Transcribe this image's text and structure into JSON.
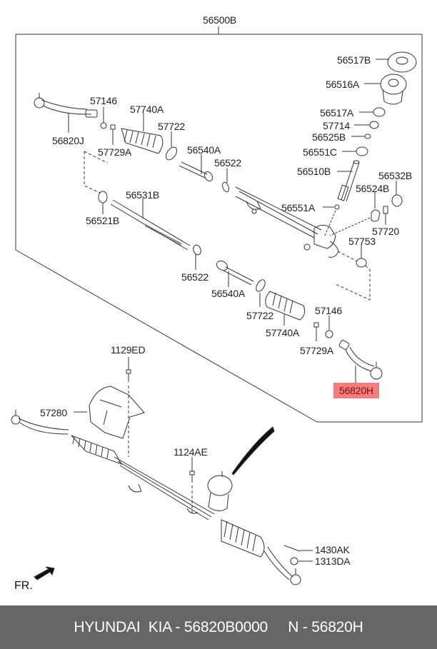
{
  "diagram": {
    "assembly_label": "56500B",
    "highlight_color": "#f37d7d",
    "labels": [
      {
        "id": "56517B",
        "text": "56517B"
      },
      {
        "id": "56516A",
        "text": "56516A"
      },
      {
        "id": "56517A",
        "text": "56517A"
      },
      {
        "id": "57714",
        "text": "57714"
      },
      {
        "id": "56525B",
        "text": "56525B"
      },
      {
        "id": "56551C",
        "text": "56551C"
      },
      {
        "id": "56510B",
        "text": "56510B"
      },
      {
        "id": "56532B",
        "text": "56532B"
      },
      {
        "id": "56524B",
        "text": "56524B"
      },
      {
        "id": "56551A",
        "text": "56551A"
      },
      {
        "id": "57720",
        "text": "57720"
      },
      {
        "id": "57753",
        "text": "57753"
      },
      {
        "id": "57146-upper",
        "text": "57146"
      },
      {
        "id": "57740A-upper",
        "text": "57740A"
      },
      {
        "id": "57722-upper",
        "text": "57722"
      },
      {
        "id": "56820J",
        "text": "56820J"
      },
      {
        "id": "57729A-upper",
        "text": "57729A"
      },
      {
        "id": "56540A-upper",
        "text": "56540A"
      },
      {
        "id": "56522-upper",
        "text": "56522"
      },
      {
        "id": "56531B",
        "text": "56531B"
      },
      {
        "id": "56521B",
        "text": "56521B"
      },
      {
        "id": "56522-lower",
        "text": "56522"
      },
      {
        "id": "56540A-lower",
        "text": "56540A"
      },
      {
        "id": "57722-lower",
        "text": "57722"
      },
      {
        "id": "57740A-lower",
        "text": "57740A"
      },
      {
        "id": "57146-lower",
        "text": "57146"
      },
      {
        "id": "57729A-lower",
        "text": "57729A"
      },
      {
        "id": "56820H",
        "text": "56820H",
        "highlighted": true
      },
      {
        "id": "1129ED",
        "text": "1129ED"
      },
      {
        "id": "57280",
        "text": "57280"
      },
      {
        "id": "1124AE",
        "text": "1124AE"
      },
      {
        "id": "1430AK",
        "text": "1430AK"
      },
      {
        "id": "1313DA",
        "text": "1313DA"
      }
    ],
    "front_indicator": "FR."
  },
  "footer": {
    "text": "HYUNDAI  KIA - 56820B0000     N - 56820H"
  }
}
